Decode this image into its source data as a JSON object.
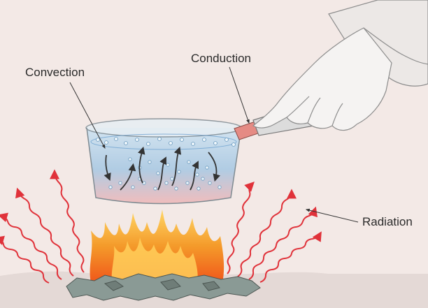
{
  "labels": {
    "convection": "Convection",
    "conduction": "Conduction",
    "radiation": "Radiation"
  },
  "colors": {
    "background": "#f3e9e6",
    "radiation_arrows": "#e0323a",
    "convection_arrows": "#333333",
    "water": "#b9d6ea",
    "flame_outer": "#f07a1c",
    "flame_inner": "#ffd766",
    "coals": "#8a9a95",
    "hand": "#f5f3f2"
  },
  "icons": [
    "hand",
    "pan",
    "flame",
    "coals",
    "wavy-arrow"
  ]
}
